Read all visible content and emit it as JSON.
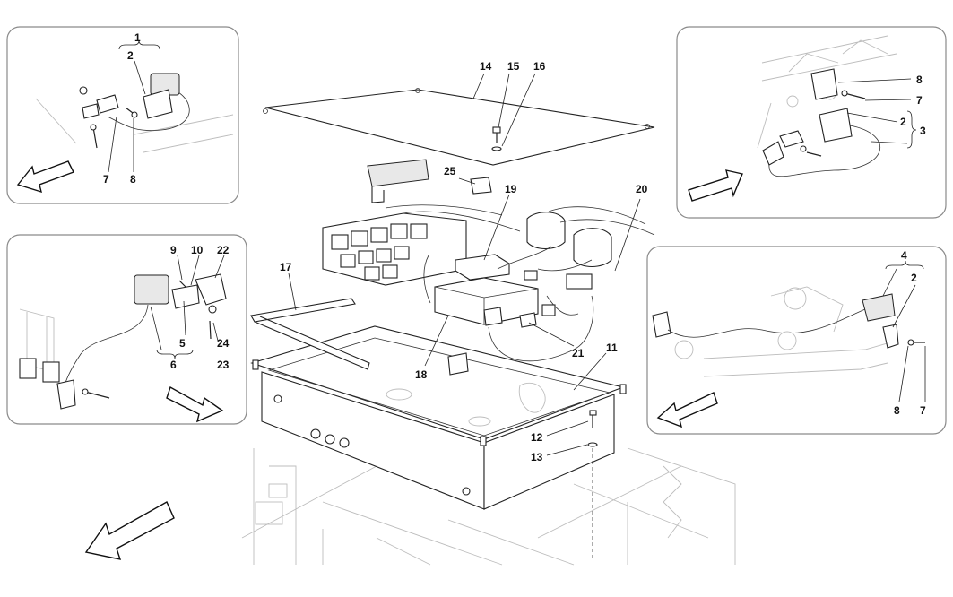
{
  "callouts": {
    "c1": "1",
    "c2a": "2",
    "c7a": "7",
    "c8a": "8",
    "c9": "9",
    "c10": "10",
    "c22": "22",
    "c5": "5",
    "c6": "6",
    "c24": "24",
    "c23": "23",
    "c14": "14",
    "c15": "15",
    "c16": "16",
    "c25": "25",
    "c19": "19",
    "c20": "20",
    "c17": "17",
    "c18": "18",
    "c21": "21",
    "c11": "11",
    "c12": "12",
    "c13": "13",
    "c8b": "8",
    "c7b": "7",
    "c2b": "2",
    "c3": "3",
    "c4": "4",
    "c2c": "2",
    "c8c": "8",
    "c7c": "7"
  },
  "icons": {
    "direction_arrow": "arrow-icon"
  }
}
